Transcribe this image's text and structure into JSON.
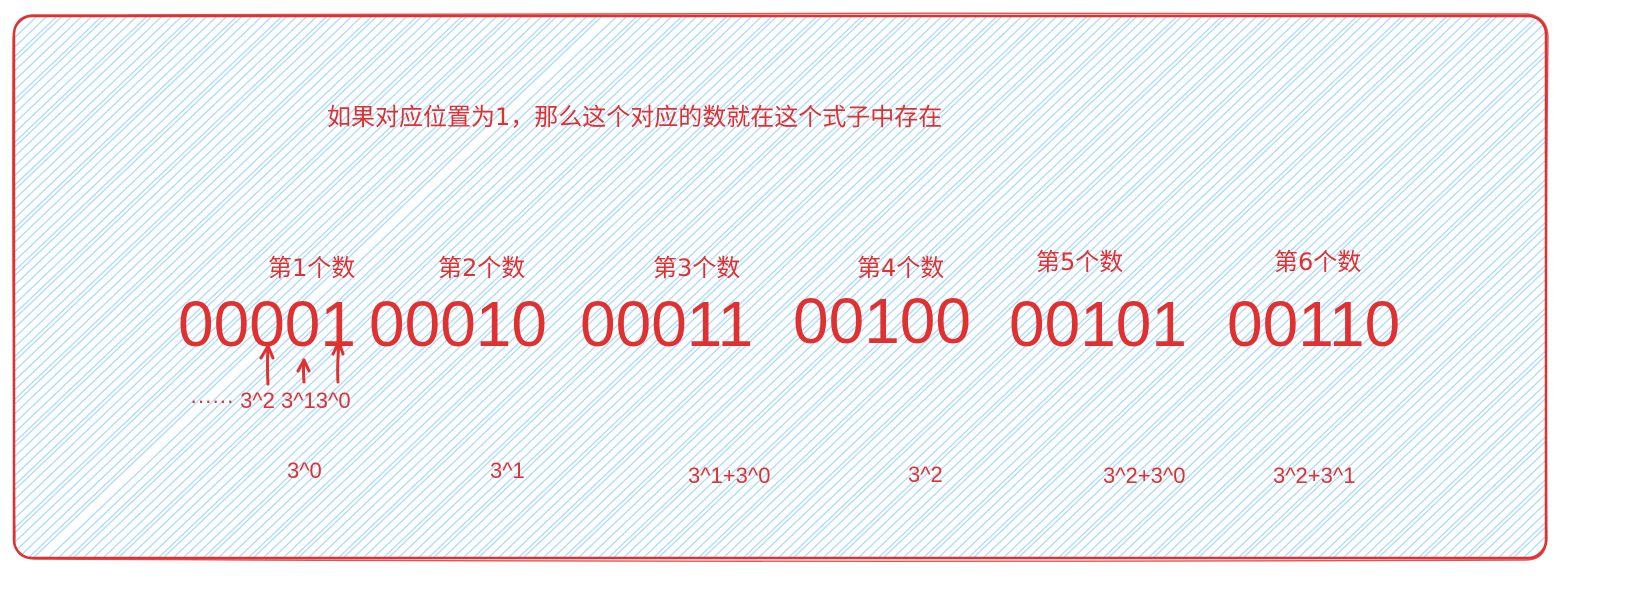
{
  "colors": {
    "stroke": "#e03131",
    "hatch": "#a5d8ff",
    "background": "#ffffff"
  },
  "note": "如果对应位置为1，那么这个对应的数就在这个式子中存在",
  "items": [
    {
      "ordinal": "第1个数",
      "binary": "00001",
      "expression": "3^0"
    },
    {
      "ordinal": "第2个数",
      "binary": "00010",
      "expression": "3^1"
    },
    {
      "ordinal": "第3个数",
      "binary": "00011",
      "expression": "3^1+3^0"
    },
    {
      "ordinal": "第4个数",
      "binary": "00100",
      "expression": "3^2"
    },
    {
      "ordinal": "第5个数",
      "binary": "00101",
      "expression": "3^2+3^0"
    },
    {
      "ordinal": "第6个数",
      "binary": "00110",
      "expression": "3^2+3^1"
    }
  ],
  "positions_legend": "······ 3^2 3^13^0"
}
